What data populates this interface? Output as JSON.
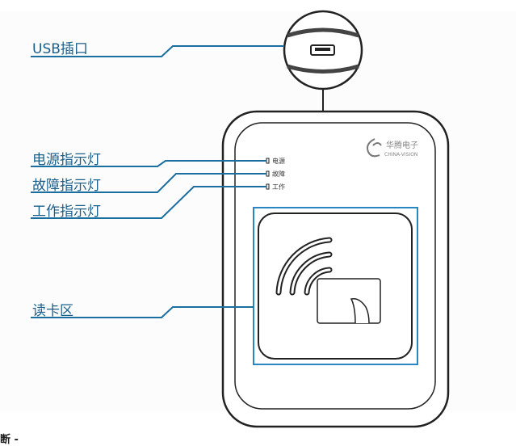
{
  "labels": {
    "usb": "USB插口",
    "power": "电源指示灯",
    "fault": "故障指示灯",
    "work": "工作指示灯",
    "reader": "读卡区"
  },
  "device_leds": {
    "power": "电源",
    "fault": "故障",
    "work": "工作"
  },
  "logo": {
    "cn": "华腾电子",
    "en": "CHINA-VISION"
  },
  "footer_text": "断 -",
  "colors": {
    "callout": "#1a6fa0",
    "outline": "#222222"
  }
}
